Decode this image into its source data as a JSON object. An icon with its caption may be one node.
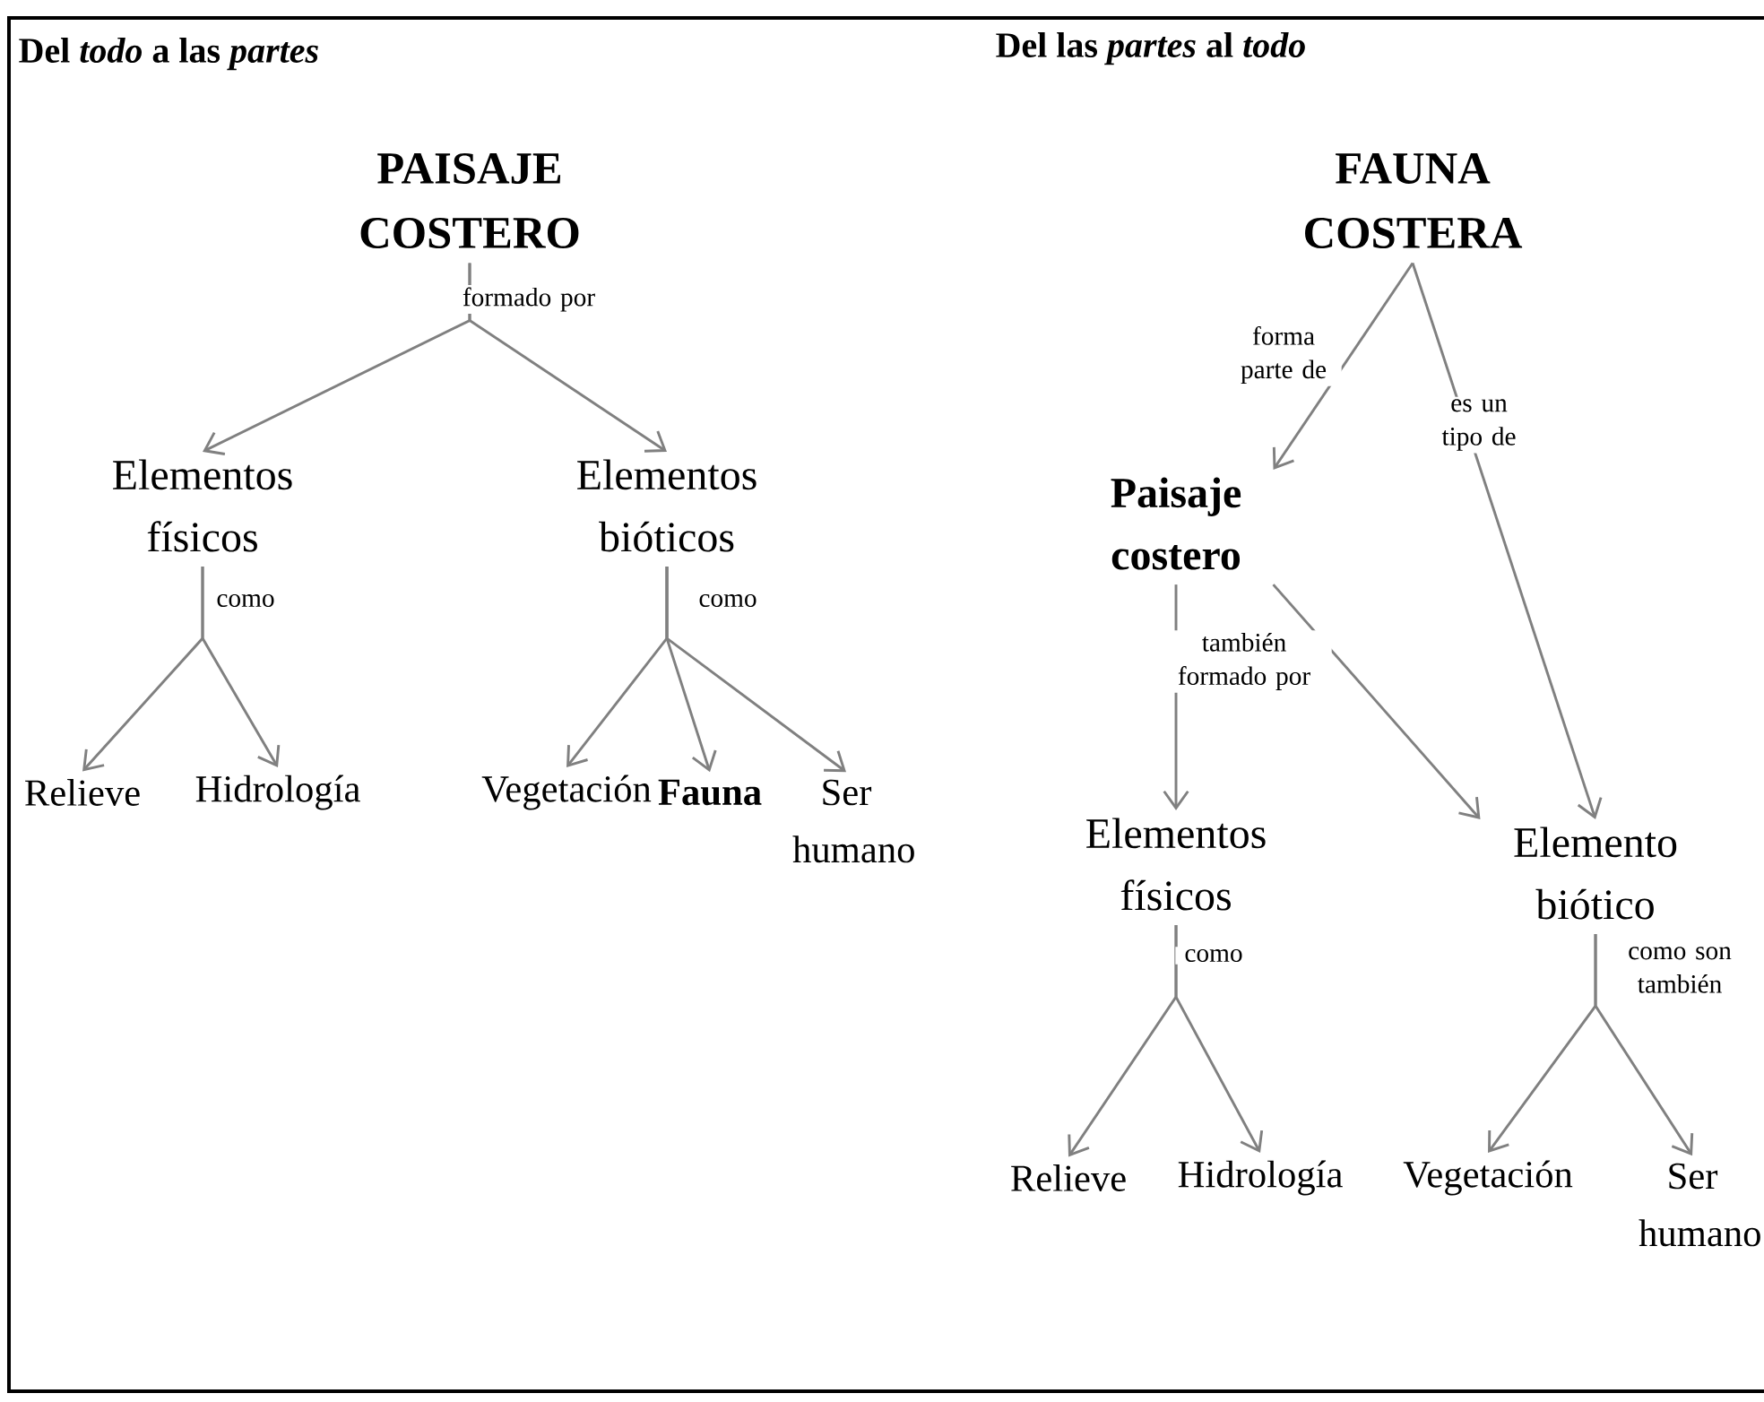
{
  "diagram": {
    "nodes": [
      {
        "text": [
          "PAISAJE COSTERO"
        ]
      },
      {
        "text": [
          "Elementos físicos"
        ]
      },
      {
        "text": [
          "Elementos bióticos"
        ]
      },
      {
        "text": [
          "Relieve"
        ]
      },
      {
        "text": [
          "Hidrología"
        ]
      },
      {
        "text": [
          "Vegetación"
        ]
      },
      {
        "text": [
          "Fauna"
        ]
      },
      {
        "text": [
          "Ser humano"
        ]
      },
      {
        "text": [
          "FAUNA COSTERA"
        ]
      },
      {
        "text": [
          "Paisaje costero"
        ]
      },
      {
        "text": [
          "Elementos físicos"
        ]
      },
      {
        "text": [
          "Elemento biótico"
        ]
      },
      {
        "text": [
          "Relieve"
        ]
      },
      {
        "text": [
          "Hidrología"
        ]
      },
      {
        "text": [
          "Vegetación"
        ]
      },
      {
        "text": [
          "Ser humano"
        ]
      }
    ],
    "edges": [
      {
        "from": 0,
        "to": 1,
        "arrow": "to",
        "label": "formado por"
      },
      {
        "from": 0,
        "to": 2,
        "arrow": "to"
      },
      {
        "from": 1,
        "to": 3,
        "arrow": "to",
        "label": "como"
      },
      {
        "from": 1,
        "to": 4,
        "arrow": "to"
      },
      {
        "from": 2,
        "to": 5,
        "arrow": "to",
        "label": "como"
      },
      {
        "from": 2,
        "to": 6,
        "arrow": "to"
      },
      {
        "from": 2,
        "to": 7,
        "arrow": "to"
      },
      {
        "from": 8,
        "to": 9,
        "arrow": "to",
        "label": "forma parte de"
      },
      {
        "from": 8,
        "to": 11,
        "arrow": "to",
        "label": "es un tipo de"
      },
      {
        "from": 9,
        "to": 10,
        "arrow": "to",
        "label": "también formado por"
      },
      {
        "from": 9,
        "to": 11,
        "arrow": "to"
      },
      {
        "from": 10,
        "to": 12,
        "arrow": "to",
        "label": "como"
      },
      {
        "from": 10,
        "to": 13,
        "arrow": "to"
      },
      {
        "from": 11,
        "to": 14,
        "arrow": "to",
        "label": "como son también"
      },
      {
        "from": 11,
        "to": 15,
        "arrow": "to"
      }
    ],
    "labels": [
      "Del *todo* a las *partes*",
      "Del las *partes* al *todo*"
    ]
  }
}
